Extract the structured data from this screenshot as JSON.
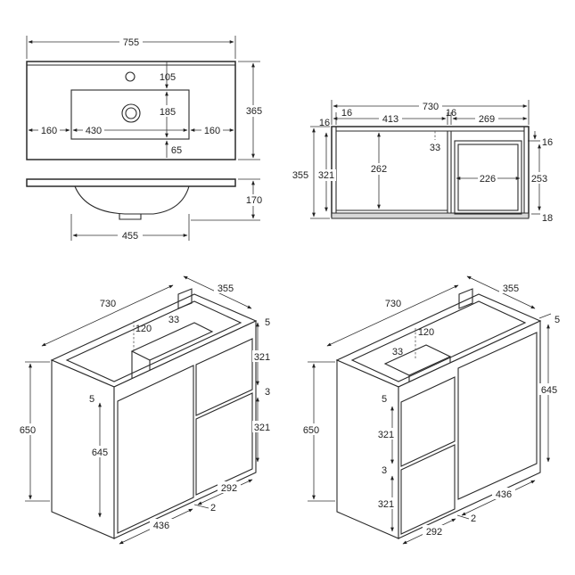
{
  "basin_top": {
    "width": "755",
    "depth": "365",
    "tap_offset": "105",
    "bowl_depth": "185",
    "bowl_width": "430",
    "side_left": "160",
    "side_right": "160",
    "front_margin": "65"
  },
  "basin_side": {
    "height": "170",
    "bowl_width": "455"
  },
  "cabinet_front": {
    "width": "730",
    "t_left": "16",
    "t_mid": "16",
    "left_opening": "413",
    "right_opening": "269",
    "height": "355",
    "inner_height": "321",
    "shelf_height": "262",
    "plumb_gap": "33",
    "top_gap": "16",
    "drawer_width": "226",
    "drawer_height": "253",
    "bottom": "18"
  },
  "iso_left": {
    "width": "730",
    "depth": "355",
    "plumb_cut": "120",
    "gap_33": "33",
    "top_gap": "5",
    "drawer1": "321",
    "gap_3": "3",
    "drawer2": "321",
    "height": "650",
    "door_gap": "5",
    "door_height": "645",
    "door_width": "436",
    "drawer_width": "292",
    "gap_2": "2"
  },
  "iso_right": {
    "width": "730",
    "depth": "355",
    "plumb_cut": "120",
    "gap_33": "33",
    "top_gap": "5",
    "door_height": "645",
    "height": "650",
    "drawer_gap": "5",
    "drawer1": "321",
    "gap_3": "3",
    "drawer2": "321",
    "drawer_width": "292",
    "door_width": "436",
    "gap_2": "2"
  }
}
